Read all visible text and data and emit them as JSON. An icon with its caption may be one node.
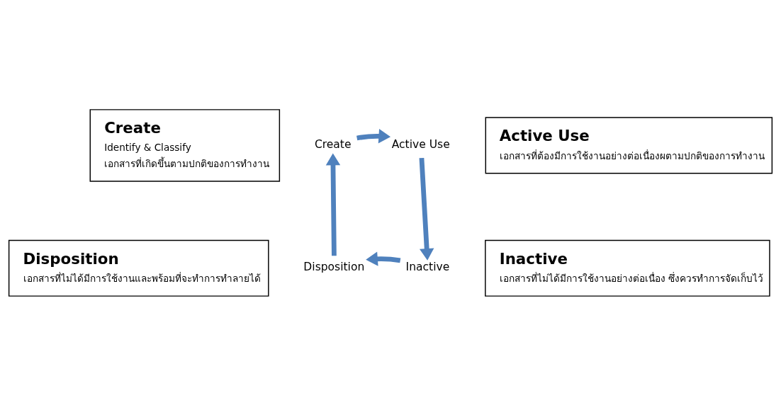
{
  "diagram": {
    "nodes": [
      {
        "text": [
          "Create",
          "Identify & Classify",
          "เอกสารที่เกิดขึ้นตามปกติของการทำงาน"
        ]
      },
      {
        "text": [
          "Active Use",
          "เอกสารที่ต้องมีการใช้งานอย่างต่อเนื่องผตามปกติของการทำงาน"
        ]
      },
      {
        "text": [
          "Create"
        ]
      },
      {
        "text": [
          "Active Use"
        ]
      },
      {
        "text": [
          "Disposition"
        ]
      },
      {
        "text": [
          "Inactive"
        ]
      },
      {
        "text": [
          "Disposition",
          "เอกสารที่ไม่ได้มีการใช้งานและพร้อมที่จะทำการทำลายได้"
        ]
      },
      {
        "text": [
          "Inactive",
          "เอกสารที่ไม่ได้มีการใช้งานอย่างต่อเนื่อง ซึ่งควรทำการจัดเก็บไว้"
        ]
      }
    ],
    "edges": [
      {
        "from": 2,
        "to": 3,
        "arrow": "to"
      },
      {
        "from": 3,
        "to": 5,
        "arrow": "to"
      },
      {
        "from": 5,
        "to": 4,
        "arrow": "to"
      },
      {
        "from": 4,
        "to": 2,
        "arrow": "to"
      }
    ]
  }
}
